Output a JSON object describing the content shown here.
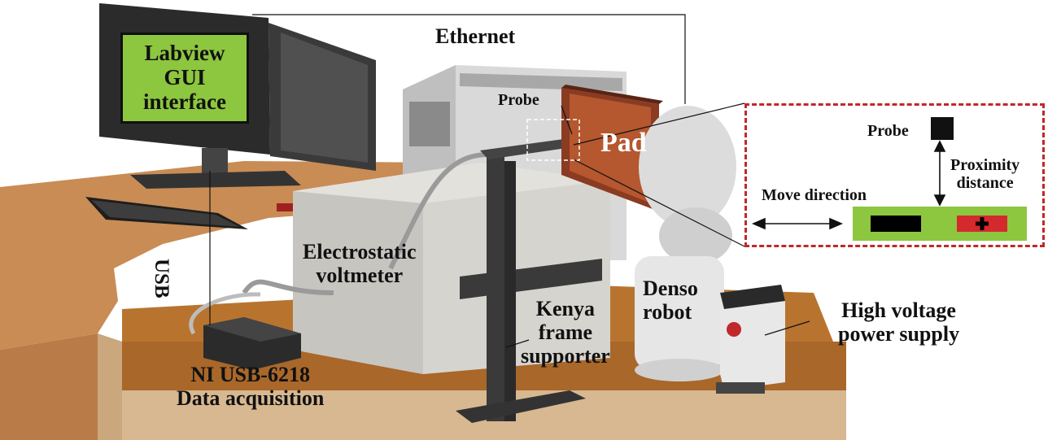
{
  "labels": {
    "gui_line1": "Labview",
    "gui_line2": "GUI",
    "gui_line3": "interface",
    "ethernet": "Ethernet",
    "usb": "USB",
    "probe_main": "Probe",
    "pad": "Pad",
    "voltmeter_line1": "Electrostatic",
    "voltmeter_line2": "voltmeter",
    "ni_line1": "NI USB-6218",
    "ni_line2": "Data acquisition",
    "kenya_line1": "Kenya",
    "kenya_line2": "frame",
    "kenya_line3": "supporter",
    "denso_line1": "Denso",
    "denso_line2": "robot",
    "hv_line1": "High voltage",
    "hv_line2": "power supply",
    "inset_probe": "Probe",
    "inset_proximity1": "Proximity",
    "inset_proximity2": "distance",
    "inset_move": "Move direction"
  },
  "colors": {
    "gui_fill": "#8dc63f",
    "inset_border": "#c0282b",
    "pad_fill": "#8dc63f",
    "pad_electrode_neg": "#000000",
    "pad_electrode_pos": "#d42a2e"
  }
}
